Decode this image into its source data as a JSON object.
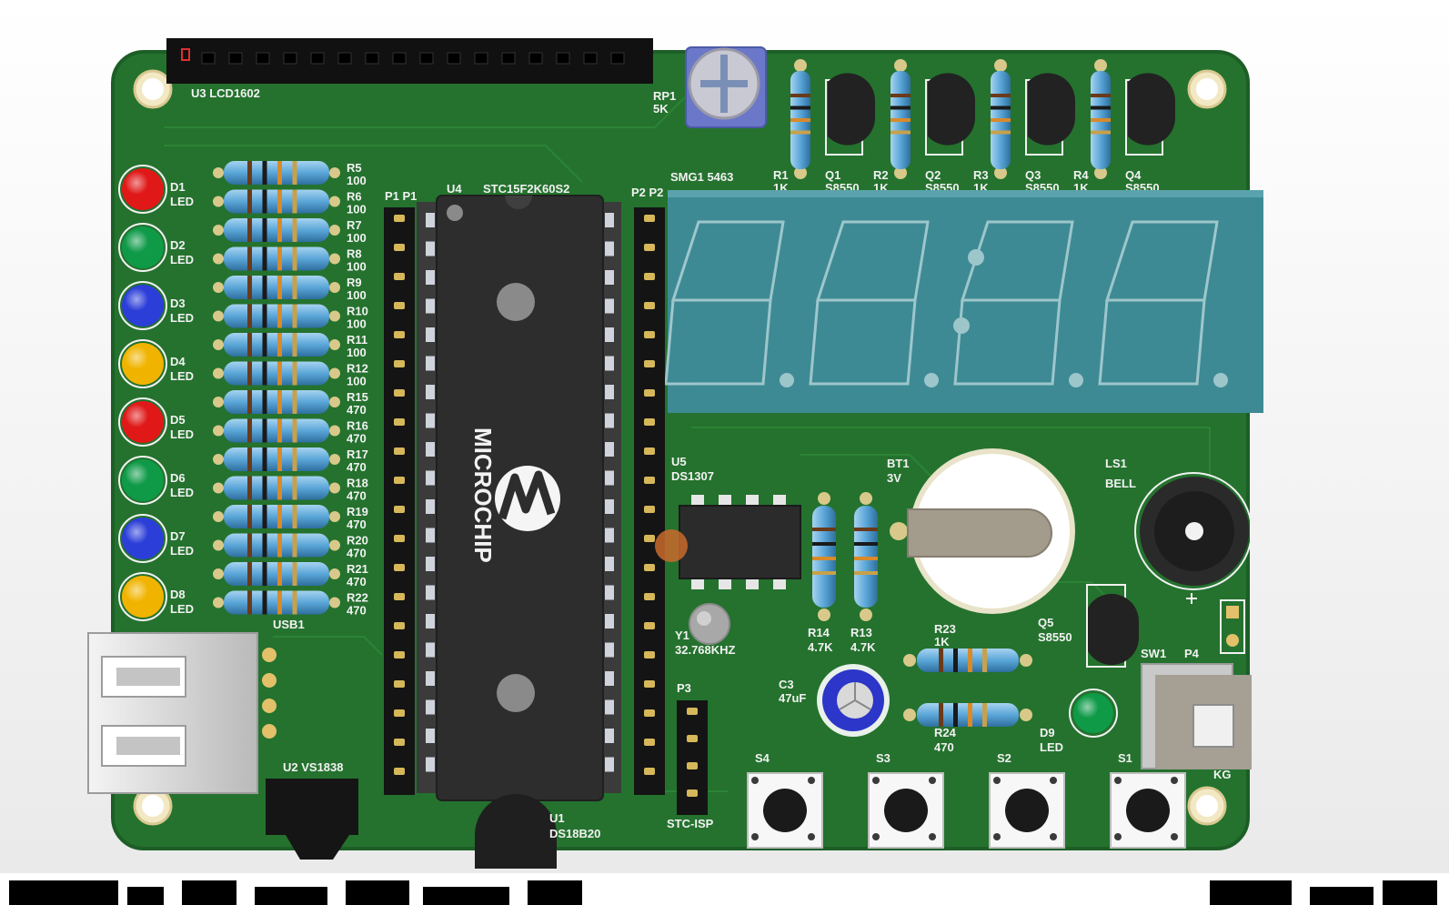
{
  "lcd": {
    "ref": "U3 LCD1602"
  },
  "pot": {
    "ref": "RP1",
    "value": "5K"
  },
  "transistors_top": [
    {
      "r_ref": "R1",
      "r_val": "1K",
      "q_ref": "Q1",
      "q_val": "S8550"
    },
    {
      "r_ref": "R2",
      "r_val": "1K",
      "q_ref": "Q2",
      "q_val": "S8550"
    },
    {
      "r_ref": "R3",
      "r_val": "1K",
      "q_ref": "Q3",
      "q_val": "S8550"
    },
    {
      "r_ref": "R4",
      "r_val": "1K",
      "q_ref": "Q4",
      "q_val": "S8550"
    }
  ],
  "display": {
    "ref": "SMG1 5463"
  },
  "mcu": {
    "ref": "U4",
    "part": "STC15F2K60S2",
    "brand": "MICROCHIP"
  },
  "headers": {
    "p1": "P1 P1",
    "p2": "P2 P2",
    "p3": "P3",
    "isp": "STC-ISP"
  },
  "leds": [
    {
      "ref": "D1",
      "type": "LED",
      "color": "#e01818"
    },
    {
      "ref": "D2",
      "type": "LED",
      "color": "#0f9a48"
    },
    {
      "ref": "D3",
      "type": "LED",
      "color": "#2c3ed8"
    },
    {
      "ref": "D4",
      "type": "LED",
      "color": "#f0b400"
    },
    {
      "ref": "D5",
      "type": "LED",
      "color": "#e01818"
    },
    {
      "ref": "D6",
      "type": "LED",
      "color": "#0f9a48"
    },
    {
      "ref": "D7",
      "type": "LED",
      "color": "#2c3ed8"
    },
    {
      "ref": "D8",
      "type": "LED",
      "color": "#f0b400"
    }
  ],
  "resistors_left": [
    {
      "ref": "R5",
      "val": "100"
    },
    {
      "ref": "R6",
      "val": "100"
    },
    {
      "ref": "R7",
      "val": "100"
    },
    {
      "ref": "R8",
      "val": "100"
    },
    {
      "ref": "R9",
      "val": "100"
    },
    {
      "ref": "R10",
      "val": "100"
    },
    {
      "ref": "R11",
      "val": "100"
    },
    {
      "ref": "R12",
      "val": "100"
    },
    {
      "ref": "R15",
      "val": "470"
    },
    {
      "ref": "R16",
      "val": "470"
    },
    {
      "ref": "R17",
      "val": "470"
    },
    {
      "ref": "R18",
      "val": "470"
    },
    {
      "ref": "R19",
      "val": "470"
    },
    {
      "ref": "R20",
      "val": "470"
    },
    {
      "ref": "R21",
      "val": "470"
    },
    {
      "ref": "R22",
      "val": "470"
    }
  ],
  "usb": {
    "ref": "USB1"
  },
  "u2": {
    "ref": "U2 VS1838"
  },
  "u1": {
    "ref": "U1",
    "val": "DS18B20"
  },
  "u5": {
    "ref": "U5",
    "val": "DS1307"
  },
  "crystal": {
    "ref": "Y1",
    "val": "32.768KHZ"
  },
  "r13": {
    "ref": "R13",
    "val": "4.7K"
  },
  "r14": {
    "ref": "R14",
    "val": "4.7K"
  },
  "r23": {
    "ref": "R23",
    "val": "1K"
  },
  "r24": {
    "ref": "R24",
    "val": "470"
  },
  "c3": {
    "ref": "C3",
    "val": "47uF"
  },
  "battery": {
    "ref": "BT1",
    "val": "3V"
  },
  "buzzer": {
    "ref": "LS1",
    "val": "BELL"
  },
  "q5": {
    "ref": "Q5",
    "val": "S8550"
  },
  "d9": {
    "ref": "D9",
    "val": "LED"
  },
  "switch": {
    "ref": "SW1",
    "p4": "P4",
    "label": "KG"
  },
  "buttons": [
    {
      "ref": "S4"
    },
    {
      "ref": "S3"
    },
    {
      "ref": "S2"
    },
    {
      "ref": "S1"
    }
  ],
  "colors": {
    "pcb": "#24722e",
    "pcb_edge": "#1d5e26",
    "silk": "#f2f2f2",
    "display": "#3d8a94"
  }
}
